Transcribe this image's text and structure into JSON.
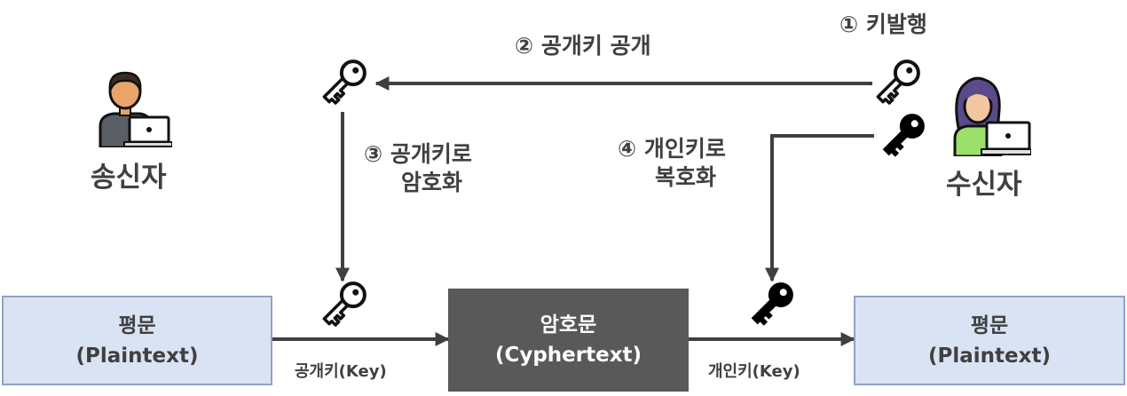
{
  "steps": {
    "issue": "① 키발행",
    "publish": "② 공개키 공개",
    "encrypt_line1": "③ 공개키로",
    "encrypt_line2": "암호화",
    "decrypt_line1": "④ 개인키로",
    "decrypt_line2": "복호화"
  },
  "roles": {
    "sender": "송신자",
    "receiver": "수신자"
  },
  "boxes": {
    "plaintext_left": {
      "title": "평문",
      "subtitle": "(Plaintext)"
    },
    "ciphertext": {
      "title": "암호문",
      "subtitle": "(Cyphertext)"
    },
    "plaintext_right": {
      "title": "평문",
      "subtitle": "(Plaintext)"
    }
  },
  "key_labels": {
    "public": "공개키(Key)",
    "private": "개인키(Key)"
  },
  "colors": {
    "arrow": "#404040",
    "box_light_fill": "#dae3f3",
    "box_light_border": "#8ea3c7",
    "box_dark_fill": "#595959",
    "public_key_fill": "#ffffff",
    "private_key_fill": "#000000"
  }
}
